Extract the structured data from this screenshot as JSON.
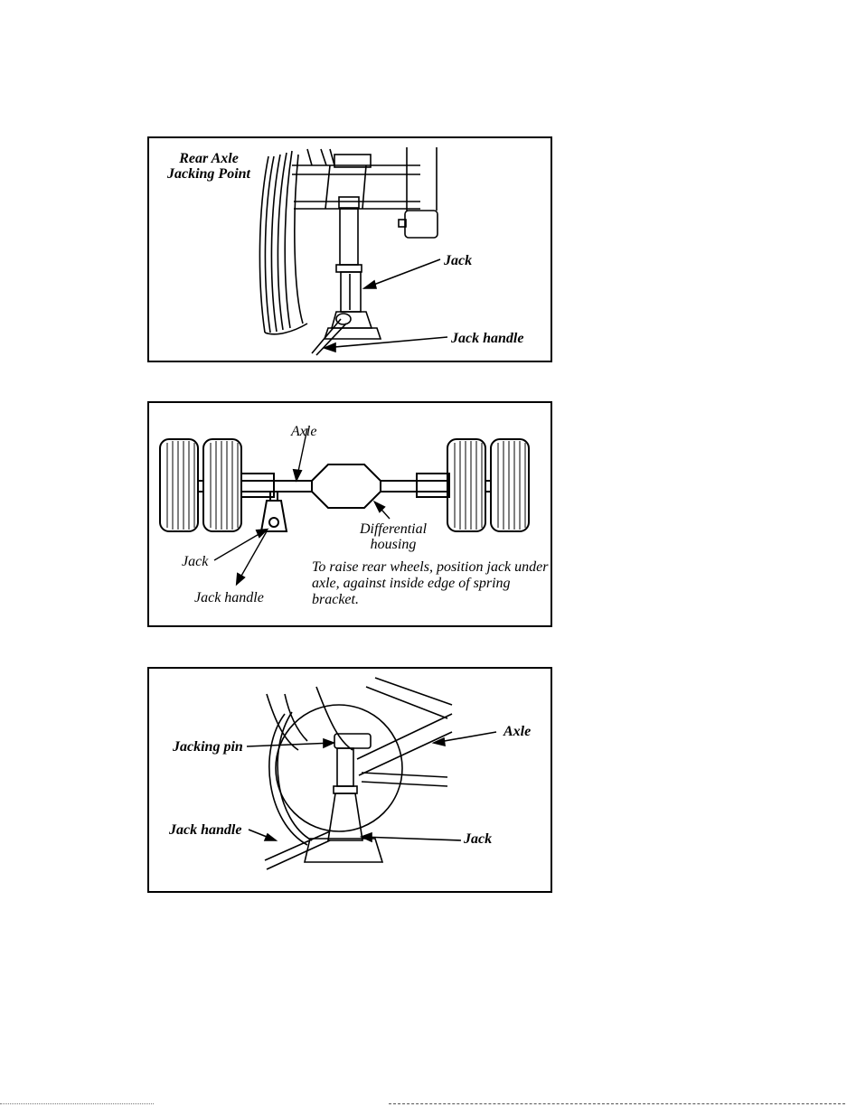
{
  "panel1": {
    "title_line1": "Rear Axle",
    "title_line2": "Jacking Point",
    "jack": "Jack",
    "jack_handle": "Jack  handle"
  },
  "panel2": {
    "axle": "Axle",
    "differential_line1": "Differential",
    "differential_line2": "housing",
    "jack": "Jack",
    "jack_handle": "Jack handle",
    "caption": "To raise rear wheels, position jack under axle, against inside edge of spring bracket."
  },
  "panel3": {
    "jacking_pin": "Jacking pin",
    "axle": "Axle",
    "jack_handle": "Jack handle",
    "jack": "Jack"
  }
}
